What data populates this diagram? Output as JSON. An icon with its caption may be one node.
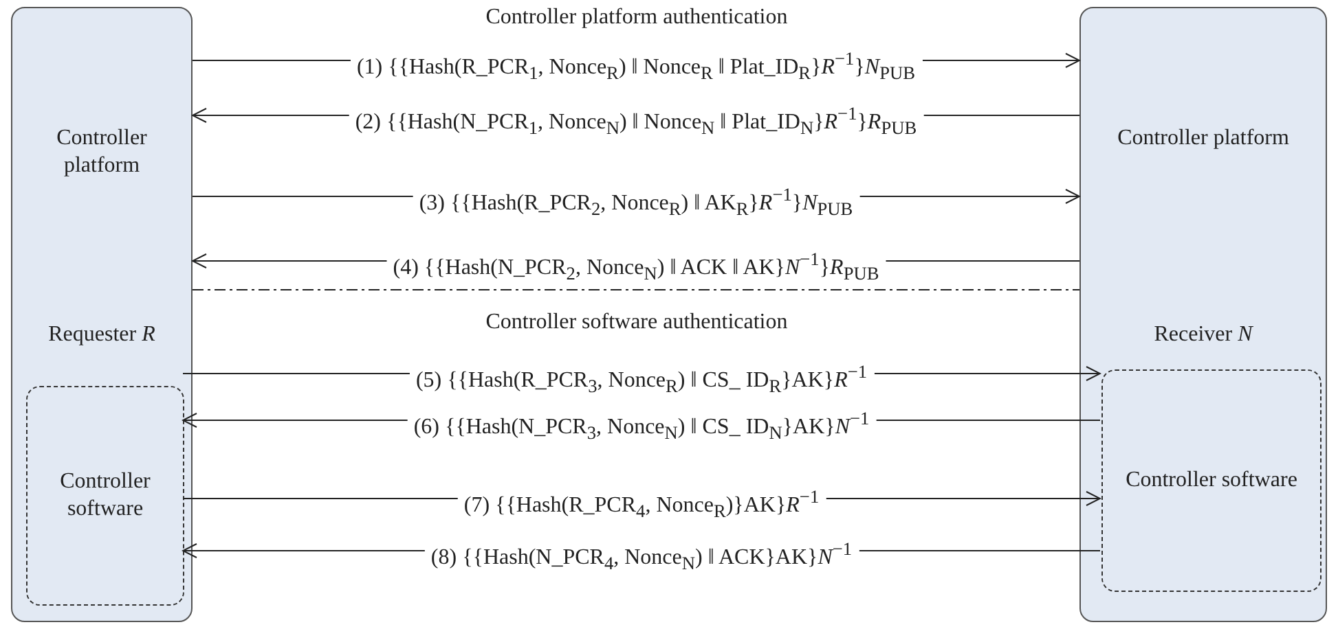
{
  "diagram": {
    "nodes": [
      {
        "text": [
          "Controller platform",
          "Requester *R*"
        ]
      },
      {
        "text": [
          "Controller software"
        ],
        "in": 0
      },
      {
        "text": [
          "Controller platform",
          "Receiver *N*"
        ]
      },
      {
        "text": [
          "Controller software"
        ],
        "in": 2
      }
    ],
    "edges": [
      {
        "from": 0,
        "to": 2,
        "arrow": "to",
        "label": "(1) {{Hash(R_PCR$_{1}$, Nonce$_{R}$) ‖ Nonce$_{R}$ ‖ Plat_ID$_{R}$}*R*$^{−1}$}*N*$_{PUB}$"
      },
      {
        "from": 2,
        "to": 0,
        "arrow": "to",
        "label": "(2) {{Hash(N_PCR$_{1}$, Nonce$_{N}$) ‖ Nonce$_{N}$ ‖ Plat_ID$_{N}$}*R*$^{−1}$}*R*$_{PUB}$"
      },
      {
        "from": 0,
        "to": 2,
        "arrow": "to",
        "label": "(3) {{Hash(R_PCR$_{2}$, Nonce$_{R}$) ‖ AK$_{R}$}*R*$^{−1}$}*N*$_{PUB}$"
      },
      {
        "from": 2,
        "to": 0,
        "arrow": "to",
        "label": "(4) {{Hash(N_PCR$_{2}$, Nonce$_{N}$) ‖ ACK ‖ AK}*N*$^{−1}$}*R*$_{PUB}$"
      },
      {
        "from": 1,
        "to": 3,
        "arrow": "to",
        "label": "(5) {{Hash(R_PCR$_{3}$, Nonce$_{R}$) ‖ CS_ ID$_{R}$}AK}*R*$^{−1}$"
      },
      {
        "from": 3,
        "to": 1,
        "arrow": "to",
        "label": "(6) {{Hash(N_PCR$_{3}$, Nonce$_{N}$) ‖ CS_ ID$_{N}$}AK}*N*$^{−1}$"
      },
      {
        "from": 1,
        "to": 3,
        "arrow": "to",
        "label": "(7) {{Hash(R_PCR$_{4}$, Nonce$_{R}$)}AK}*R*$^{−1}$"
      },
      {
        "from": 3,
        "to": 1,
        "arrow": "to",
        "label": "(8) {{Hash(N_PCR$_{4}$, Nonce$_{N}$) ‖ ACK}AK}*N*$^{−1}$"
      }
    ],
    "labels": [
      "Controller platform authentication",
      "Controller software authentication"
    ]
  }
}
